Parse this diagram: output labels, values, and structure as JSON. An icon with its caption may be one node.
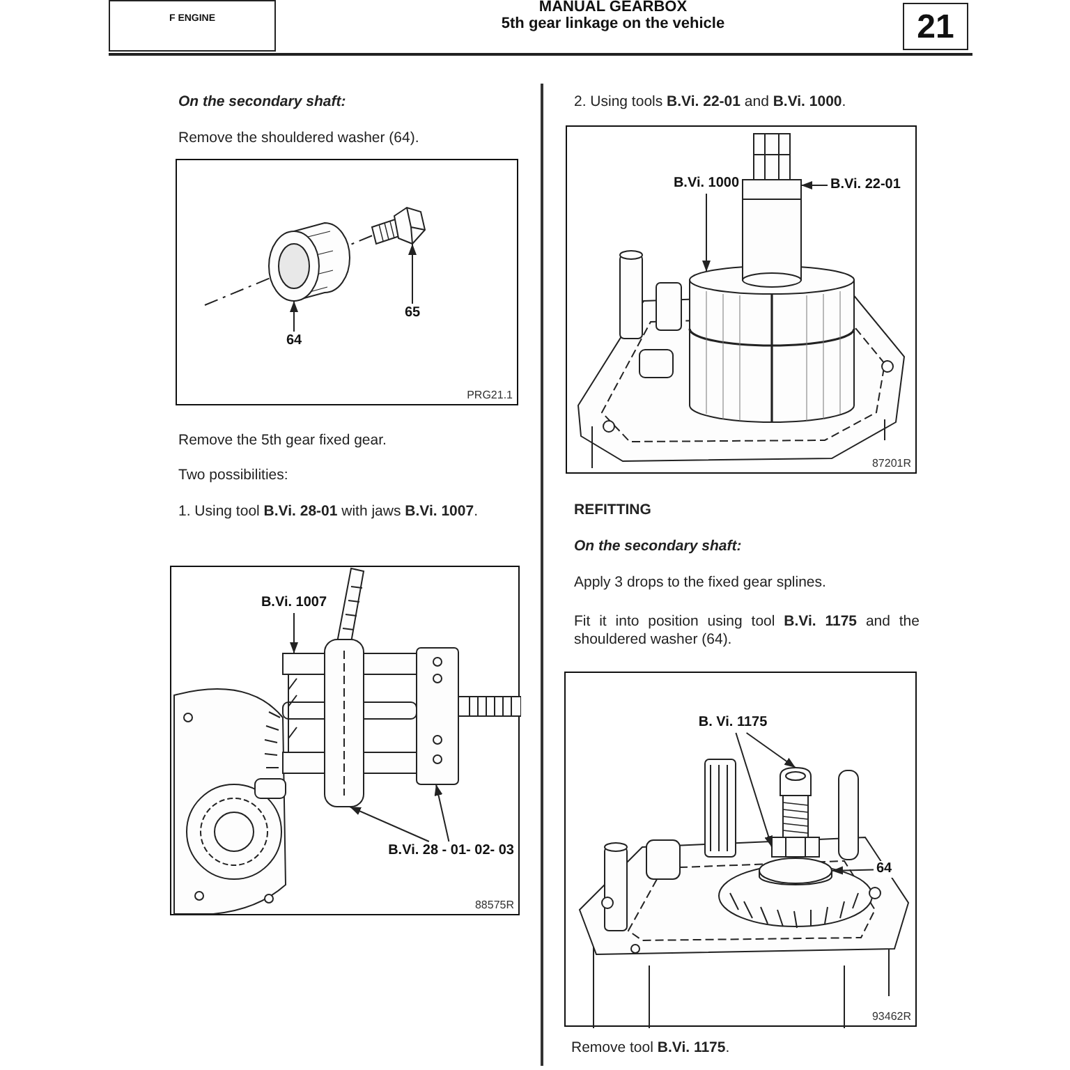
{
  "diagram": {
    "title": "MANUAL GEARBOX",
    "nodes": [
      {
        "text": [
          "F ENGINE"
        ]
      },
      {
        "text": [
          "21"
        ]
      },
      {
        "text": [
          "PRG21.1"
        ]
      },
      {
        "text": [
          "64"
        ],
        "in": 2
      },
      {
        "text": [],
        "shape": "picture",
        "in": 2
      },
      {
        "text": [
          "65"
        ],
        "in": 2
      },
      {
        "text": [],
        "shape": "picture",
        "in": 2
      },
      {
        "text": [
          "88575R"
        ]
      },
      {
        "text": [
          "B.Vi. 1007"
        ],
        "in": 7
      },
      {
        "text": [],
        "shape": "picture",
        "in": 7
      },
      {
        "text": [
          "B.Vi. 28 - 01- 02- 03"
        ],
        "in": 7
      },
      {
        "text": [],
        "shape": "picture",
        "in": 7
      },
      {
        "text": [],
        "shape": "picture",
        "in": 7
      },
      {
        "text": [
          "87201R"
        ]
      },
      {
        "text": [
          "B.Vi. 1000"
        ],
        "in": 13
      },
      {
        "text": [],
        "shape": "picture",
        "in": 13
      },
      {
        "text": [
          "B.Vi. 22-01"
        ],
        "in": 13
      },
      {
        "text": [],
        "shape": "picture",
        "in": 13
      },
      {
        "text": [
          "93462R"
        ]
      },
      {
        "text": [
          "B. Vi. 1175"
        ],
        "in": 18
      },
      {
        "text": [],
        "shape": "picture",
        "in": 18
      },
      {
        "text": [],
        "shape": "picture",
        "in": 18
      },
      {
        "text": [
          "64"
        ],
        "in": 18
      },
      {
        "text": [],
        "shape": "picture",
        "in": 18
      }
    ],
    "edges": [
      {
        "from": 3,
        "to": 4,
        "arrow": "to"
      },
      {
        "from": 5,
        "to": 6,
        "arrow": "to"
      },
      {
        "from": 8,
        "to": 9,
        "arrow": "to"
      },
      {
        "from": 10,
        "to": 11,
        "arrow": "to"
      },
      {
        "from": 10,
        "to": 12,
        "arrow": "to"
      },
      {
        "from": 14,
        "to": 15,
        "arrow": "to"
      },
      {
        "from": 16,
        "to": 17,
        "arrow": "to"
      },
      {
        "from": 19,
        "to": 20,
        "arrow": "to"
      },
      {
        "from": 19,
        "to": 21,
        "arrow": "to"
      },
      {
        "from": 22,
        "to": 23,
        "arrow": "to"
      }
    ],
    "labels": [
      "5th gear linkage on the vehicle",
      "On the secondary shaft:",
      "Remove the shouldered washer (64).",
      "Remove the 5th gear fixed gear.",
      "Two possibilities:",
      "1. Using tool **B.Vi. 28-01** with jaws **B.Vi. 1007**.",
      "2. Using tools **B.Vi. 22-01** and **B.Vi. 1000**.",
      "REFITTING",
      "On the secondary shaft:",
      "Apply 3 drops to the fixed gear splines.",
      "Fit it into position using tool **B.Vi. 1175** and the shouldered washer (64).",
      "Remove tool **B.Vi. 1175**."
    ]
  }
}
